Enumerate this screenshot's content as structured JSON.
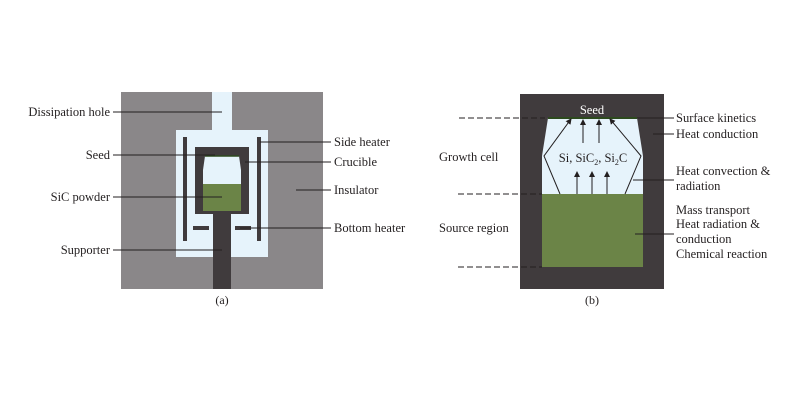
{
  "colors": {
    "insulator": "#8a8789",
    "cavity": "#e6f3fb",
    "dark": "#403b3d",
    "powder": "#6b8447",
    "seed": "#2d4a1e",
    "text": "#231f20"
  },
  "panel_a": {
    "caption": "(a)",
    "labels": {
      "dissipation_hole": "Dissipation hole",
      "seed": "Seed",
      "sic_powder": "SiC powder",
      "supporter": "Supporter",
      "side_heater": "Side heater",
      "crucible": "Crucible",
      "insulator": "Insulator",
      "bottom_heater": "Bottom heater"
    }
  },
  "panel_b": {
    "caption": "(b)",
    "seed_label": "Seed",
    "species": {
      "si": "Si, SiC",
      "sub2": "2",
      "sep": ", Si",
      "sub2b": "2",
      "c": "C"
    },
    "left_labels": {
      "growth_cell": "Growth cell",
      "source_region": "Source region"
    },
    "right_labels": {
      "surface_kinetics": "Surface kinetics",
      "heat_conduction": "Heat conduction",
      "heat_convection_1": "Heat convection &",
      "heat_convection_2": "radiation",
      "mass_transport": "Mass transport",
      "heat_radiation_1": "Heat radiation &",
      "heat_radiation_2": "conduction",
      "chemical_reaction": "Chemical reaction"
    }
  }
}
